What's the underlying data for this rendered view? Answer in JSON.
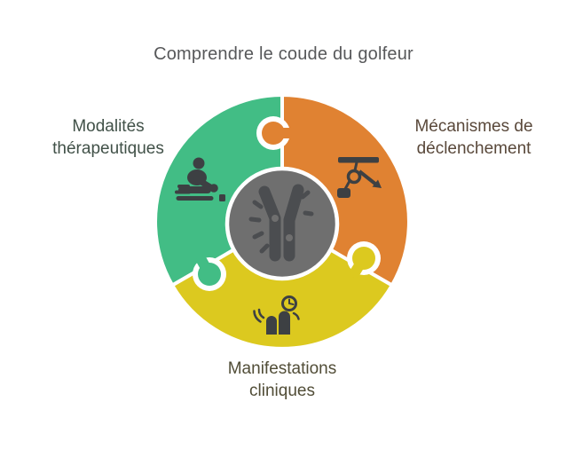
{
  "title": "Comprendre le coude du golfeur",
  "title_color": "#57585a",
  "diagram": {
    "type": "circular-puzzle",
    "gap_color": "#ffffff",
    "icon_color": "#3d4043",
    "center": {
      "icon": "joint-pain-icon",
      "circle_color": "#6f6f6f",
      "icon_color": "#4b4d50"
    },
    "segments": [
      {
        "id": "modalites-therapeutiques",
        "position": "top-left",
        "color": "#42bd85",
        "label_color": "#415148",
        "label": "Modalités thérapeutiques",
        "label_lines": [
          "Modalités",
          "thérapeutiques"
        ],
        "icon": "massage-therapy-icon"
      },
      {
        "id": "mecanismes-declenchement",
        "position": "top-right",
        "color": "#e08232",
        "label_color": "#59483a",
        "label": "Mécanismes de déclenchement",
        "label_lines": [
          "Mécanismes de",
          "déclenchement"
        ],
        "icon": "pulley-mechanism-icon"
      },
      {
        "id": "manifestations-cliniques",
        "position": "bottom",
        "color": "#dcc91f",
        "label_color": "#514d37",
        "label": "Manifestations cliniques",
        "label_lines": [
          "Manifestations",
          "cliniques"
        ],
        "icon": "symptoms-clock-icon"
      }
    ]
  }
}
